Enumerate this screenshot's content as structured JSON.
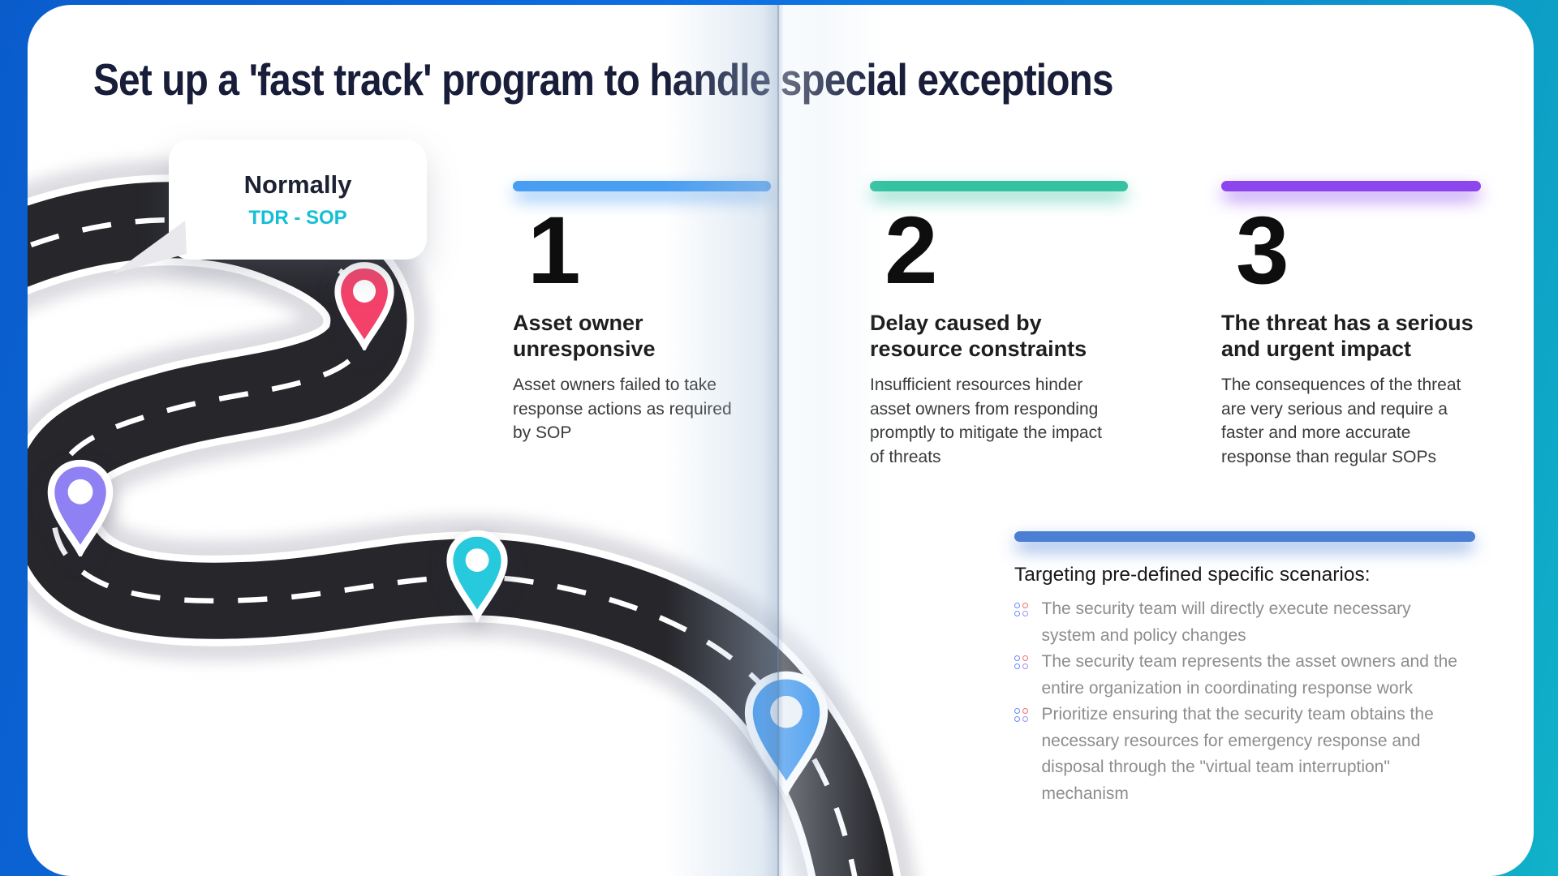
{
  "title": "Set up a 'fast track' program to handle special exceptions",
  "bubble": {
    "label": "Normally",
    "sublabel": "TDR - SOP",
    "accent_color": "#13bfd6"
  },
  "columns": [
    {
      "number": "1",
      "accent_color": "#4a9ef2",
      "heading": "Asset owner\nunresponsive",
      "body": "Asset owners failed to take\nresponse actions as required\nby SOP"
    },
    {
      "number": "2",
      "accent_color": "#35c2a0",
      "heading": "Delay caused by\nresource constraints",
      "body": "Insufficient resources hinder\nasset owners from responding\npromptly to mitigate the impact\nof threats"
    },
    {
      "number": "3",
      "accent_color": "#8d46ee",
      "heading": "The threat has a serious\nand urgent impact",
      "body": "The consequences of the threat\nare very serious and require a\nfaster and more accurate\nresponse than regular SOPs"
    }
  ],
  "scenarios": {
    "accent_color": "#4a7fd4",
    "heading": "Targeting pre-defined specific scenarios:",
    "icon_colors": [
      "#6b8af7",
      "#ef6e6e",
      "#6b8af7",
      "#9c8df6"
    ],
    "items": [
      {
        "text": "The security team will directly execute necessary\nsystem and policy changes"
      },
      {
        "text": "The security team represents the asset owners and the\nentire organization in coordinating response work"
      },
      {
        "text": "Prioritize ensuring that the security team obtains the\nnecessary resources for emergency response and\ndisposal through the \"virtual team interruption\"\nmechanism"
      }
    ]
  },
  "pins": [
    {
      "name": "pink pin",
      "color": "#f4416a"
    },
    {
      "name": "purple pin",
      "color": "#8f80f3"
    },
    {
      "name": "cyan pin",
      "color": "#27c9dd"
    },
    {
      "name": "blue pin",
      "color": "#2b8cec"
    }
  ],
  "road": {
    "asphalt_color": "#26262b",
    "line_color": "#ffffff"
  },
  "background": {
    "left_color": "#0b63d8",
    "right_color": "#0fb0c8"
  }
}
